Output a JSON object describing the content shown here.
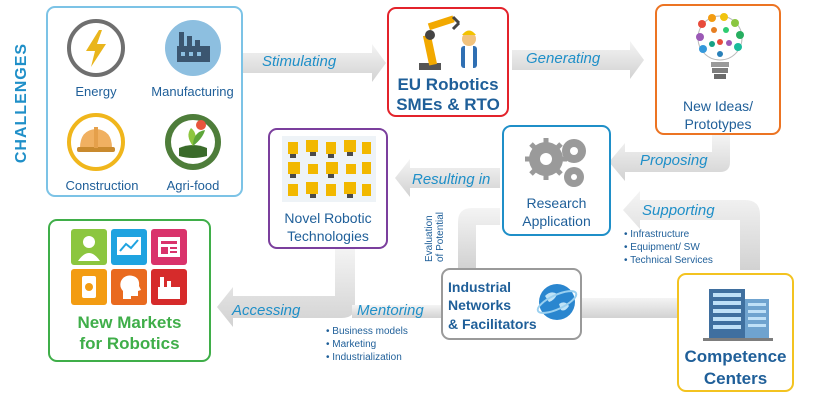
{
  "challenges": {
    "title": "CHALLENGES",
    "items": [
      {
        "label": "Energy",
        "icon": "lightning-icon"
      },
      {
        "label": "Manufacturing",
        "icon": "factory-icon"
      },
      {
        "label": "Construction",
        "icon": "hard-hat-icon"
      },
      {
        "label": "Agri-food",
        "icon": "plant-icon"
      }
    ]
  },
  "eu": {
    "line1": "EU Robotics",
    "line2": "SMEs & RTO"
  },
  "ideas": {
    "line1": "New Ideas/",
    "line2": "Prototypes"
  },
  "research": {
    "line1": "Research",
    "line2": "Application"
  },
  "novel": {
    "line1": "Novel Robotic",
    "line2": "Technologies"
  },
  "markets": {
    "line1": "New Markets",
    "line2": "for Robotics"
  },
  "networks": {
    "line1": "Industrial",
    "line2": "Networks",
    "line3": "& Facilitators"
  },
  "competence": {
    "line1": "Competence",
    "line2": "Centers"
  },
  "arrows": {
    "stimulating": "Stimulating",
    "generating": "Generating",
    "proposing": "Proposing",
    "resulting_in": "Resulting in",
    "supporting": "Supporting",
    "accessing": "Accessing",
    "mentoring": "Mentoring",
    "evaluation_1": "Evaluation",
    "evaluation_2": "of Potential"
  },
  "supporting_list": [
    "Infrastructure",
    "Equipment/  SW",
    "Technical Services"
  ],
  "mentoring_list": [
    "Business models",
    "Marketing",
    "Industrialization"
  ],
  "colors": {
    "challenges": "#7cc3e6",
    "eu": "#e3232b",
    "ideas": "#ec7423",
    "research": "#1f8fc8",
    "novel": "#7b3f9d",
    "markets": "#3fae49",
    "networks": "#7a7a7a",
    "competence": "#f3c320",
    "label": "#1f8fc8",
    "title": "#1f5f99"
  }
}
